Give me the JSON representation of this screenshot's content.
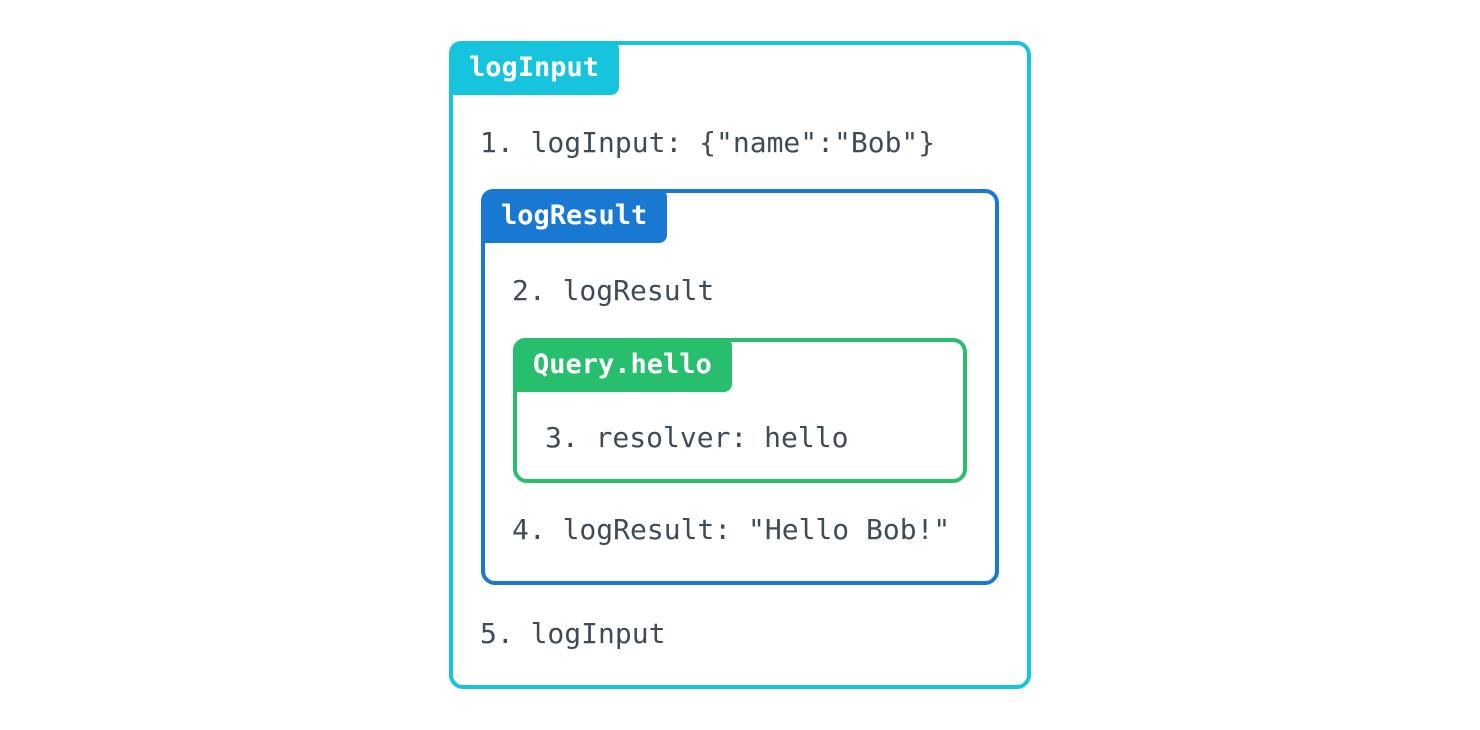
{
  "diagram": {
    "outer_box": {
      "label": "logInput",
      "border_color": "#16c4de"
    },
    "middle_box": {
      "label": "logResult",
      "border_color": "#1878d2"
    },
    "inner_box": {
      "label": "Query.hello",
      "border_color": "#27bf6e"
    },
    "steps": {
      "step1": "1. logInput: {\"name\":\"Bob\"}",
      "step2": "2. logResult",
      "step3": "3. resolver: hello",
      "step4": "4. logResult: \"Hello Bob!\"",
      "step5": "5. logInput"
    },
    "colors": {
      "body_text": "#3e4c59",
      "label_text": "#ffffff",
      "background": "#ffffff"
    }
  }
}
